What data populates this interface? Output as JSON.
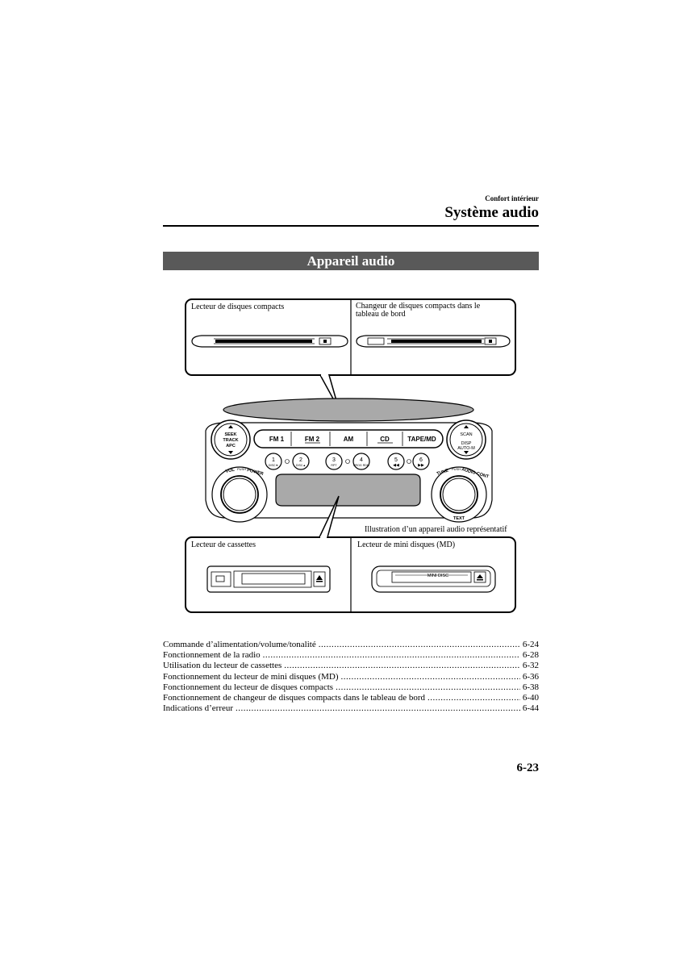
{
  "header": {
    "section_label": "Confort intérieur",
    "section_title": "Système audio"
  },
  "banner": {
    "title": "Appareil audio"
  },
  "illustration": {
    "panels": {
      "cd_player": "Lecteur de disques compacts",
      "cd_changer_line1": "Changeur de disques compacts dans le",
      "cd_changer_line2": "tableau de bord",
      "cassette": "Lecteur de cassettes",
      "minidisc": "Lecteur de mini disques (MD)"
    },
    "caption": "Illustration d’un appareil audio représentatif",
    "left_knob": {
      "line1": "SEEK",
      "line2": "TRACK",
      "line3": "APC"
    },
    "right_knob": {
      "line1": "SCAN",
      "line2": "DISP",
      "line3": "AUTO-M"
    },
    "bands": [
      "FM 1",
      "FM 2",
      "AM",
      "CD",
      "TAPE/MD"
    ],
    "presets": [
      {
        "num": "1",
        "sub": "DISC▼"
      },
      {
        "num": "2",
        "sub": "DISC▲"
      },
      {
        "num": "3",
        "sub": "RPT"
      },
      {
        "num": "4",
        "sub": "PROG RDM"
      },
      {
        "num": "5",
        "sub": "◀◀"
      },
      {
        "num": "6",
        "sub": "▶▶"
      }
    ],
    "vol_label": "VOL",
    "power_label": "POWER",
    "push_label": "PUSH",
    "tune_label": "TUNE",
    "audio_label": "AUDIO CONT",
    "text_label": "TEXT",
    "minidisc_slot": "MINI DISC"
  },
  "toc": [
    {
      "title": "Commande d’alimentation/volume/tonalité",
      "page": "6-24"
    },
    {
      "title": "Fonctionnement de la radio",
      "page": "6-28"
    },
    {
      "title": "Utilisation du lecteur de cassettes",
      "page": "6-32"
    },
    {
      "title": "Fonctionnement du lecteur de mini disques (MD)",
      "page": "6-36"
    },
    {
      "title": "Fonctionnement du lecteur de disques compacts",
      "page": "6-38"
    },
    {
      "title": "Fonctionnement de changeur de disques compacts dans le tableau de bord",
      "page": "6-40"
    },
    {
      "title": "Indications d’erreur",
      "page": "6-44"
    }
  ],
  "footer": {
    "page_number": "6-23"
  }
}
